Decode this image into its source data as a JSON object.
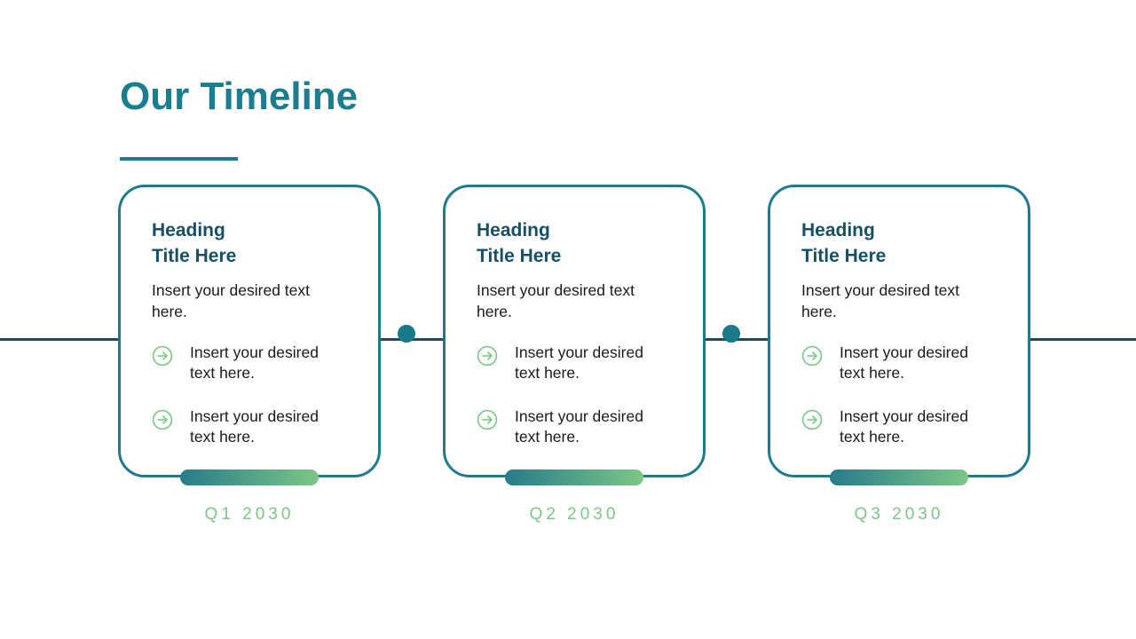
{
  "slide": {
    "title": "Our Timeline"
  },
  "colors": {
    "title_teal": "#1b7e8e",
    "heading_navy": "#175063",
    "card_border": "#1e7b8c",
    "timeline_line": "#1d4d5c",
    "dot_ring": "#1b7a8a",
    "green_accent": "#7cc687",
    "pill_gradient_start": "#267c8a",
    "pill_gradient_end": "#7cc687",
    "body_text": "#1a1a1a"
  },
  "timeline": {
    "cards": [
      {
        "heading_line1": "Heading",
        "heading_line2": "Title Here",
        "body": "Insert your desired text here.",
        "bullets": [
          {
            "icon": "arrow-right-circle-icon",
            "text": "Insert your desired text here."
          },
          {
            "icon": "arrow-right-circle-icon",
            "text": "Insert your desired text here."
          }
        ],
        "date": "Q1 2030"
      },
      {
        "heading_line1": "Heading",
        "heading_line2": "Title Here",
        "body": "Insert your desired text here.",
        "bullets": [
          {
            "icon": "arrow-right-circle-icon",
            "text": "Insert your desired text here."
          },
          {
            "icon": "arrow-right-circle-icon",
            "text": "Insert your desired text here."
          }
        ],
        "date": "Q2 2030"
      },
      {
        "heading_line1": "Heading",
        "heading_line2": "Title Here",
        "body": "Insert your desired text here.",
        "bullets": [
          {
            "icon": "arrow-right-circle-icon",
            "text": "Insert your desired text here."
          },
          {
            "icon": "arrow-right-circle-icon",
            "text": "Insert your desired text here."
          }
        ],
        "date": "Q3 2030"
      }
    ]
  }
}
